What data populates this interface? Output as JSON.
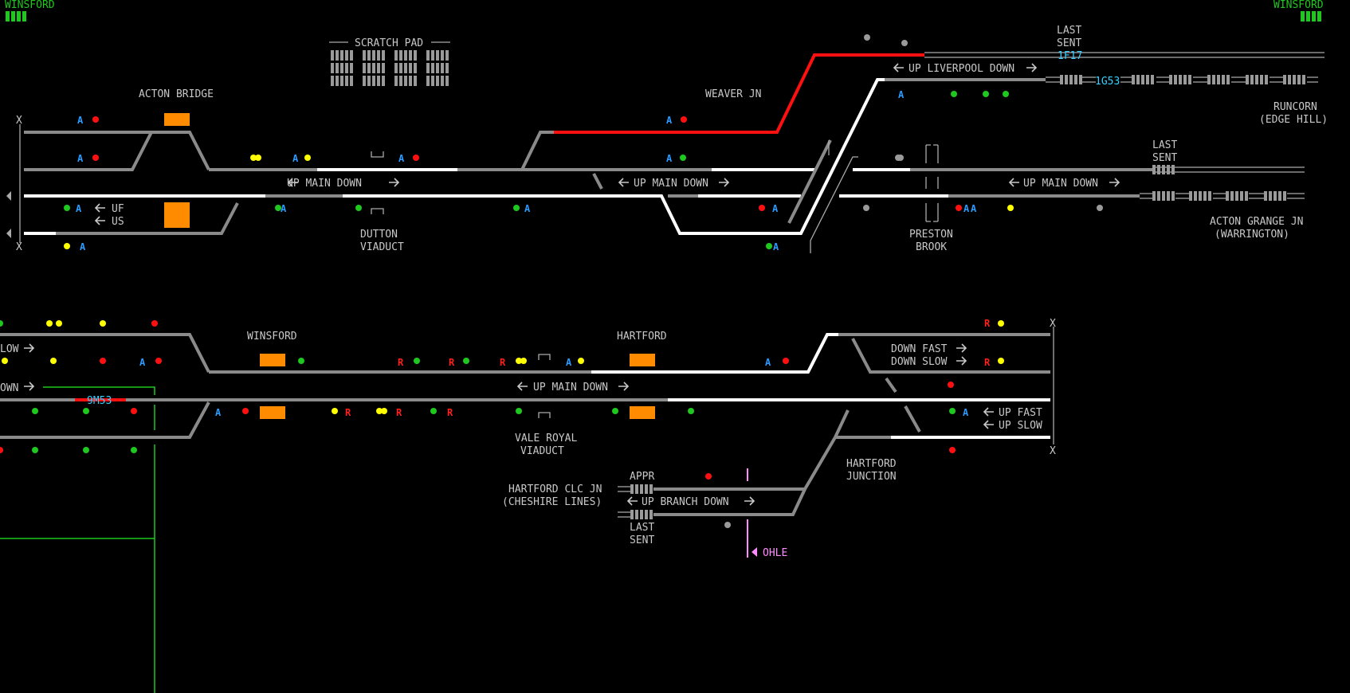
{
  "corner_labels": {
    "left": "WINSFORD",
    "right": "WINSFORD"
  },
  "scratch_pad": {
    "title": "SCRATCH PAD"
  },
  "top": {
    "acton_bridge": "ACTON BRIDGE",
    "weaver_jn": "WEAVER JN",
    "up_main_down_1": "UP MAIN DOWN",
    "up_main_down_2": "UP MAIN DOWN",
    "up_main_down_3": "UP MAIN DOWN",
    "up_liverpool_down": "UP LIVERPOOL DOWN",
    "uf": "UF",
    "us": "US",
    "dutton_1": "DUTTON",
    "dutton_2": "VIADUCT",
    "preston_1": "PRESTON",
    "preston_2": "BROOK",
    "last_sent_1a": "LAST",
    "last_sent_1b": "SENT",
    "last_sent_2a": "LAST",
    "last_sent_2b": "SENT",
    "runcorn_1": "RUNCORN",
    "runcorn_2": "(EDGE HILL)",
    "acton_grange_1": "ACTON GRANGE JN",
    "acton_grange_2": "(WARRINGTON)",
    "headcode_1f17": "1F17",
    "headcode_1g53": "1G53",
    "x_mark": "X"
  },
  "bottom": {
    "winsford": "WINSFORD",
    "hartford": "HARTFORD",
    "up_main_down": "UP MAIN DOWN",
    "down_fast": "DOWN FAST",
    "down_slow": "DOWN SLOW",
    "up_fast": "UP FAST",
    "up_slow": "UP SLOW",
    "low_frag": "LOW",
    "own_frag": "OWN",
    "headcode_9m53": "9M53",
    "vale_royal_1": "VALE ROYAL",
    "vale_royal_2": "VIADUCT",
    "hartford_jn_1": "HARTFORD",
    "hartford_jn_2": "JUNCTION",
    "hartford_clc_1": "HARTFORD CLC JN",
    "hartford_clc_2": "(CHESHIRE LINES)",
    "appr": "APPR",
    "up_branch_down": "UP BRANCH DOWN",
    "last_a": "LAST",
    "last_b": "SENT",
    "ohle": "OHLE",
    "x_mark": "X"
  },
  "colors": {
    "background": "#000000",
    "track_unoccupied": "#8a8a8a",
    "track_route_set": "#ffffff",
    "track_occupied": "#ff1010",
    "signal_red": "#ff1010",
    "signal_green": "#1ec81e",
    "signal_yellow": "#ffff00",
    "signal_blue": "#2a9bff",
    "platform": "#ff8c00",
    "headcode": "#36d0ff",
    "ohle": "#ff8cff"
  }
}
